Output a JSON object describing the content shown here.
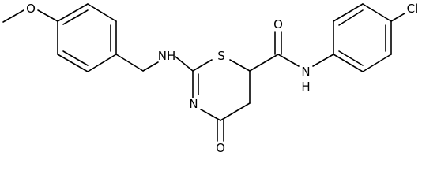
{
  "molecule": {
    "atoms": [
      {
        "id": "O_methoxy",
        "symbol": "O"
      },
      {
        "id": "N_amino",
        "symbol": "N",
        "suffix": "H"
      },
      {
        "id": "S_ring",
        "symbol": "S"
      },
      {
        "id": "N_ring",
        "symbol": "N"
      },
      {
        "id": "O_ketone",
        "symbol": "O"
      },
      {
        "id": "O_amide",
        "symbol": "O"
      },
      {
        "id": "N_amide",
        "symbol": "N",
        "suffix": "H"
      },
      {
        "id": "Cl",
        "symbol": "Cl"
      }
    ],
    "labels": {
      "methoxy_o": "O",
      "amino_nh": "NH",
      "ring_s": "S",
      "ring_n": "N",
      "ketone_o": "O",
      "amide_o": "O",
      "amide_nh": "N",
      "amide_h": "H",
      "chloro": "Cl"
    },
    "colors": {
      "bond": "#000000",
      "label": "#000000",
      "background": "#ffffff"
    }
  }
}
